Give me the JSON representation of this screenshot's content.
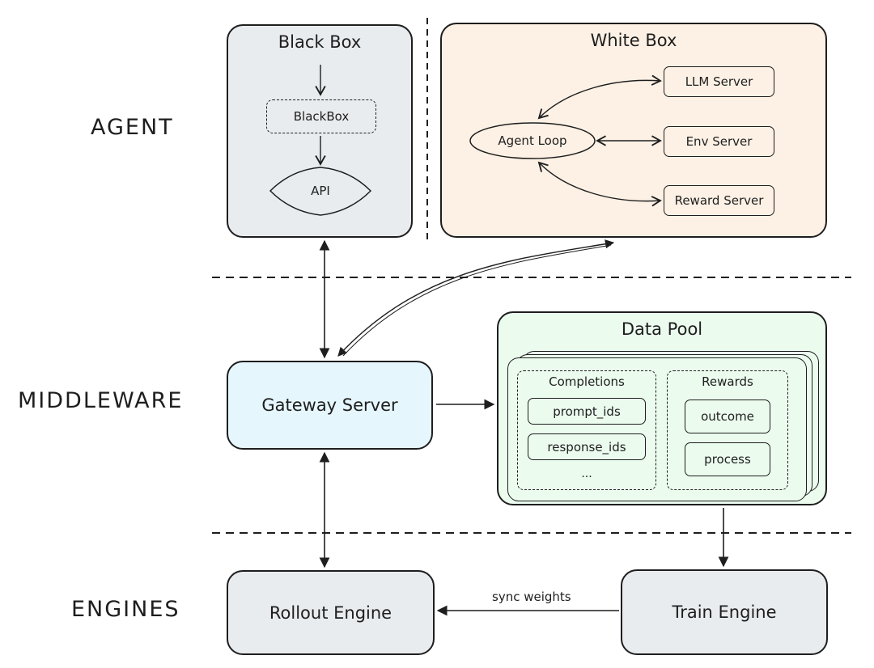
{
  "layers": {
    "agent": "AGENT",
    "middleware": "MIDDLEWARE",
    "engines": "ENGINES"
  },
  "black_box": {
    "title": "Black Box",
    "inner_box": "BlackBox",
    "api": "API"
  },
  "white_box": {
    "title": "White Box",
    "agent_loop": "Agent Loop",
    "llm_server": "LLM Server",
    "env_server": "Env Server",
    "reward_server": "Reward Server"
  },
  "gateway": {
    "label": "Gateway Server"
  },
  "data_pool": {
    "title": "Data Pool",
    "completions": {
      "title": "Completions",
      "items": [
        "prompt_ids",
        "response_ids",
        "..."
      ]
    },
    "rewards": {
      "title": "Rewards",
      "items": [
        "outcome",
        "process"
      ]
    }
  },
  "rollout_engine": {
    "label": "Rollout Engine"
  },
  "train_engine": {
    "label": "Train Engine"
  },
  "edges": {
    "sync_weights": "sync weights"
  },
  "colors": {
    "black_box_fill": "#e9ecef",
    "white_box_fill": "#fdf1e5",
    "gateway_fill": "#e6f6fd",
    "data_pool_fill": "#ebfbee",
    "engine_fill": "#e9ecef",
    "stroke": "#1e1e1e"
  }
}
